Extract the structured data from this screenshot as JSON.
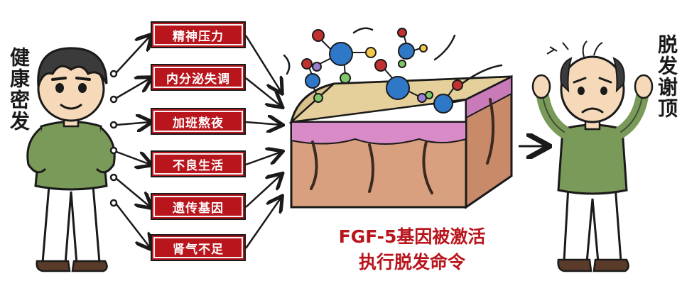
{
  "labels": {
    "left": "健康密发",
    "right": "脱发谢顶"
  },
  "causes": [
    {
      "label": "精神压力"
    },
    {
      "label": "内分泌失调"
    },
    {
      "label": "加班熬夜"
    },
    {
      "label": "不良生活"
    },
    {
      "label": "遗传基因"
    },
    {
      "label": "肾气不足"
    }
  ],
  "caption": {
    "line1": "FGF-5基因被激活",
    "line2": "执行脱发命令"
  },
  "colors": {
    "cause_box": "#b8151c",
    "caption_text": "#b8151c",
    "shirt": "#7a9a5a",
    "skin": "#f6d9b8",
    "scalp_top": "#d9c08a",
    "scalp_pink": "#d98bc8",
    "scalp_tissue": "#d9a07f",
    "molecule_blue": "#2f78c8",
    "molecule_red": "#c0312f"
  }
}
